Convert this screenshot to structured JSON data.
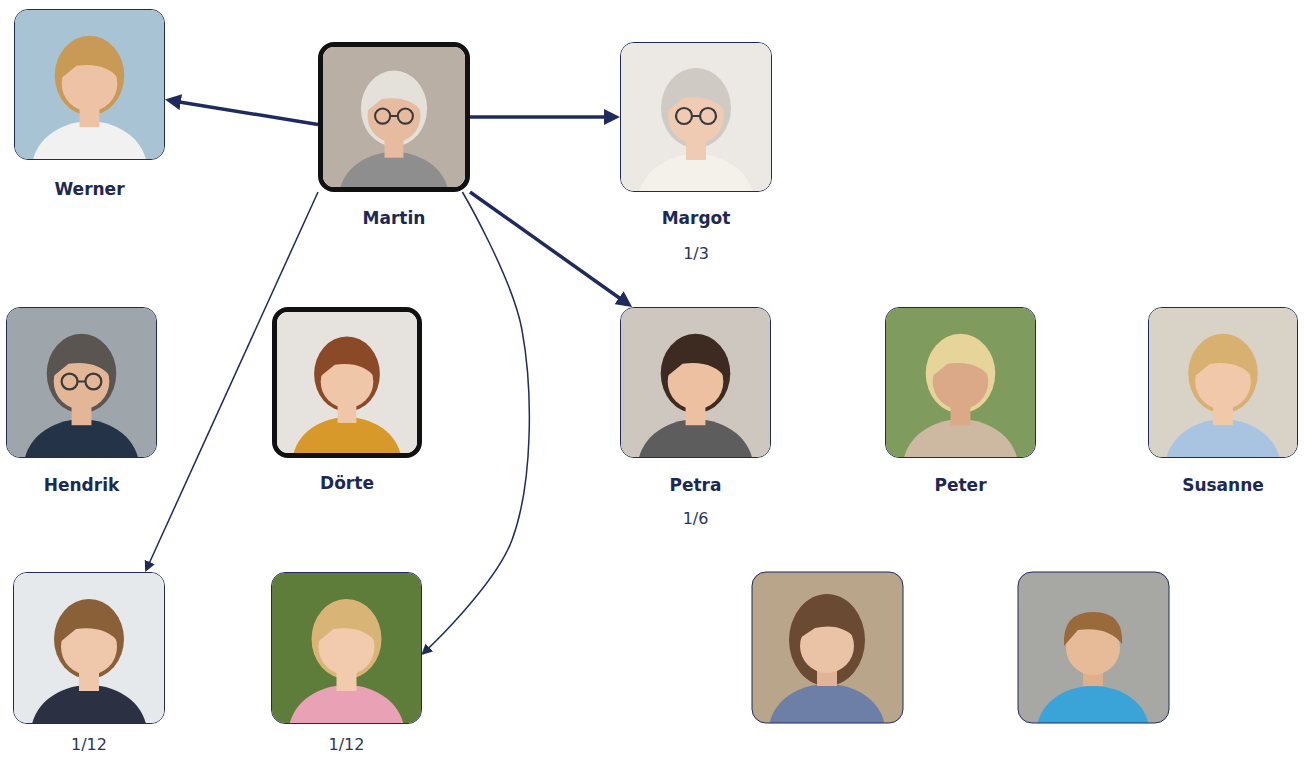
{
  "diagram": {
    "nodes": [
      {
        "text": [
          "Werner"
        ]
      },
      {
        "text": [
          "Martin"
        ]
      },
      {
        "text": [
          "Margot",
          "1/3"
        ]
      },
      {
        "text": [
          "Hendrik"
        ]
      },
      {
        "text": [
          "Dörte"
        ]
      },
      {
        "text": [
          "Petra",
          "1/6"
        ]
      },
      {
        "text": [
          "Peter"
        ]
      },
      {
        "text": [
          "Susanne"
        ]
      },
      {
        "text": [
          "1/12"
        ]
      },
      {
        "text": [
          "1/12"
        ]
      }
    ],
    "edges": [
      {
        "from": 1,
        "to": 0,
        "arrow": "to"
      },
      {
        "from": 1,
        "to": 2,
        "arrow": "to"
      },
      {
        "from": 1,
        "to": 5,
        "arrow": "to"
      },
      {
        "from": 1,
        "to": 8,
        "arrow": "to"
      },
      {
        "from": 1,
        "to": 9,
        "arrow": "to"
      }
    ]
  }
}
